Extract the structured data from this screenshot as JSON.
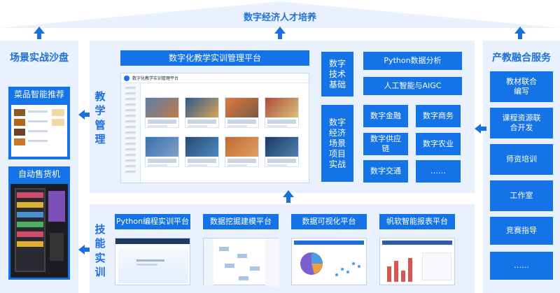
{
  "top_banner": {
    "title": "数字经济人才培养"
  },
  "left": {
    "title": "场景实战沙盘",
    "items": [
      {
        "label": "菜品智能推荐"
      },
      {
        "label": "自动售货机"
      }
    ]
  },
  "center": {
    "teaching_label": "教学管理",
    "platform_title": "数字化教学实训管理平台",
    "mock_app_title": "数字化教学实训管理平台",
    "tech_base": "数字技术基础",
    "tech_items": [
      {
        "label": "Python数据分析"
      },
      {
        "label": "人工智能与AIGC"
      }
    ],
    "scene_label": "数字经济场景项目实战",
    "scene_items": [
      {
        "label": "数字金融"
      },
      {
        "label": "数字商务"
      },
      {
        "label": "数字供应链"
      },
      {
        "label": "数字农业"
      },
      {
        "label": "数字交通"
      },
      {
        "label": "……"
      }
    ]
  },
  "bottom": {
    "skills_label": "技能实训",
    "platforms": [
      {
        "label": "Python编程实训平台"
      },
      {
        "label": "数据挖掘建模平台"
      },
      {
        "label": "数据可视化平台"
      },
      {
        "label": "帆软智能报表平台"
      }
    ]
  },
  "right": {
    "title": "产教融合服务",
    "items": [
      {
        "label": "教材联合编写"
      },
      {
        "label": "课程资源联合开发"
      },
      {
        "label": "师资培训"
      },
      {
        "label": "工作室"
      },
      {
        "label": "竞赛指导"
      },
      {
        "label": "……"
      }
    ]
  },
  "colors": {
    "primary": "#1473e6",
    "panel": "#e8f1fd",
    "text_blue": "#1f6fd9"
  }
}
